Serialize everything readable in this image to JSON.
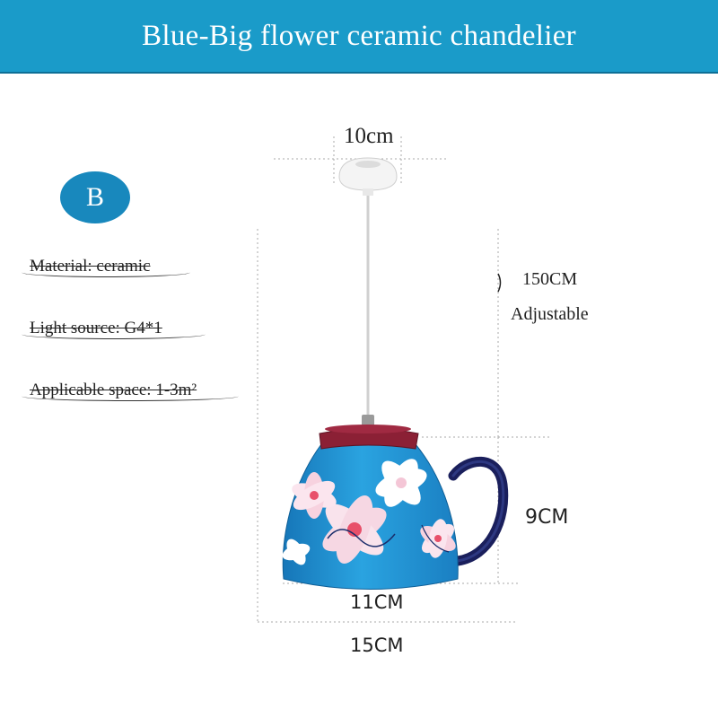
{
  "banner": {
    "title": "Blue-Big flower ceramic chandelier"
  },
  "badge": {
    "letter": "B"
  },
  "specs": [
    {
      "text": "Material: ceramic"
    },
    {
      "text": "Light source: G4*1"
    },
    {
      "text": "Applicable space: 1-3m²"
    }
  ],
  "dimensions": {
    "canopy_width": "10cm",
    "cord_length": "150CM",
    "cord_note": "Adjustable",
    "shade_height": "9CM",
    "shade_bottom": "11CM",
    "shade_top": "15CM"
  },
  "colors": {
    "banner": "#1a9bc9",
    "badge": "#1888bd",
    "shade_blue": "#1f8fd0",
    "rim_red": "#8b2035",
    "handle": "#1a1f5c"
  }
}
